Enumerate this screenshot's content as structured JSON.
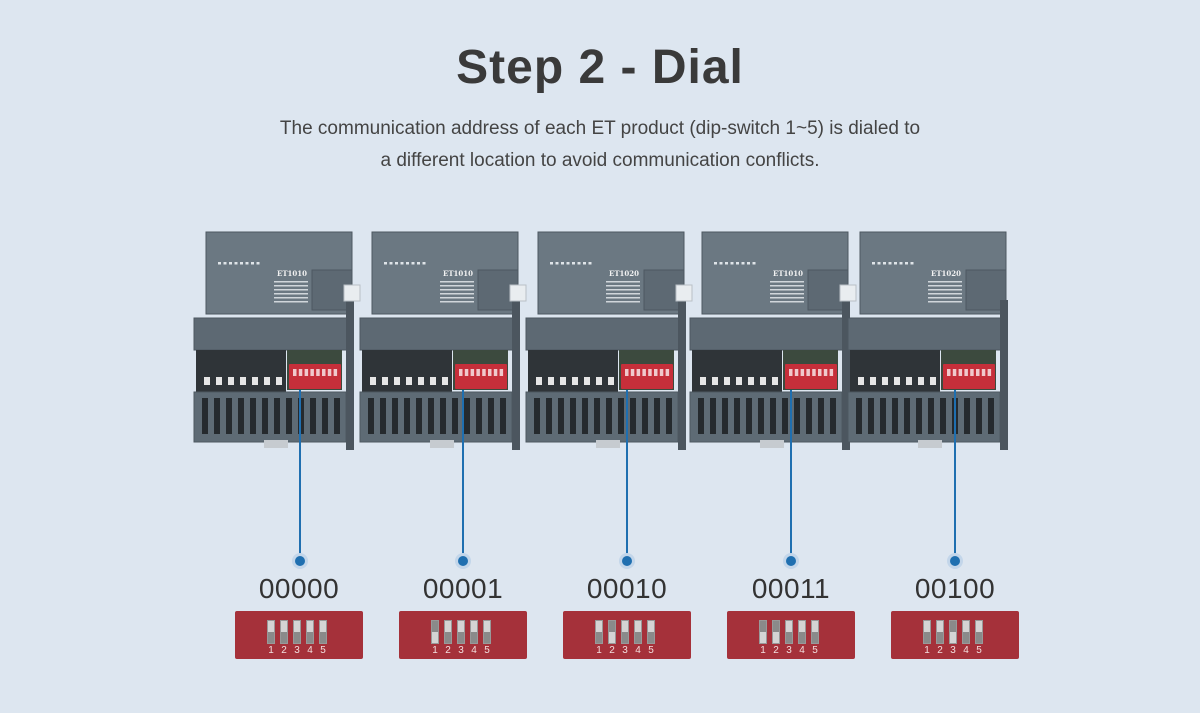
{
  "title": "Step 2 - Dial",
  "description": [
    "The communication address of each ET product (dip-switch 1~5) is dialed to",
    "a different location to avoid communication conflicts."
  ],
  "modules": [
    {
      "model": "ET1010",
      "address": "00000",
      "bits": [
        0,
        0,
        0,
        0,
        0
      ]
    },
    {
      "model": "ET1010",
      "address": "00001",
      "bits": [
        1,
        0,
        0,
        0,
        0
      ]
    },
    {
      "model": "ET1020",
      "address": "00010",
      "bits": [
        0,
        1,
        0,
        0,
        0
      ]
    },
    {
      "model": "ET1010",
      "address": "00011",
      "bits": [
        1,
        1,
        0,
        0,
        0
      ]
    },
    {
      "model": "ET1020",
      "address": "00100",
      "bits": [
        0,
        0,
        1,
        0,
        0
      ]
    }
  ],
  "switch_numbers": [
    "1",
    "2",
    "3",
    "4",
    "5"
  ],
  "colors": {
    "background": "#dde6f0",
    "module_body": "#5e6b75",
    "dip_red": "#a5313a",
    "connector_blue": "#1f6fb0"
  }
}
